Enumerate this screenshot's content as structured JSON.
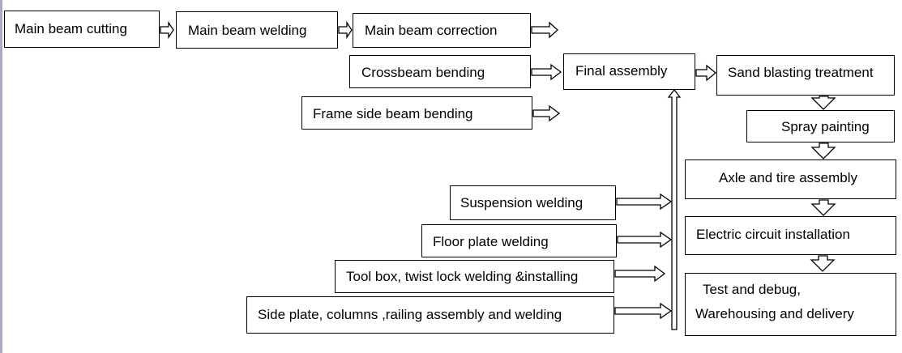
{
  "steps": {
    "main_beam_cutting": "Main beam cutting",
    "main_beam_welding": "Main beam welding",
    "main_beam_correction": "Main beam correction",
    "crossbeam_bending": "Crossbeam bending",
    "frame_side_beam_bending": "Frame side beam bending",
    "final_assembly": "Final assembly",
    "sand_blasting": "Sand blasting treatment",
    "spray_painting": "Spray painting",
    "axle_tire": "Axle and tire assembly",
    "electric_circuit": "Electric circuit installation",
    "test_debug_line1": "Test and debug,",
    "test_debug_line2": "Warehousing and delivery",
    "suspension_welding": "Suspension welding",
    "floor_plate_welding": "Floor plate welding",
    "tool_box": "Tool box, twist lock welding &installing",
    "side_plate": "Side plate, columns ,railing assembly and welding"
  }
}
